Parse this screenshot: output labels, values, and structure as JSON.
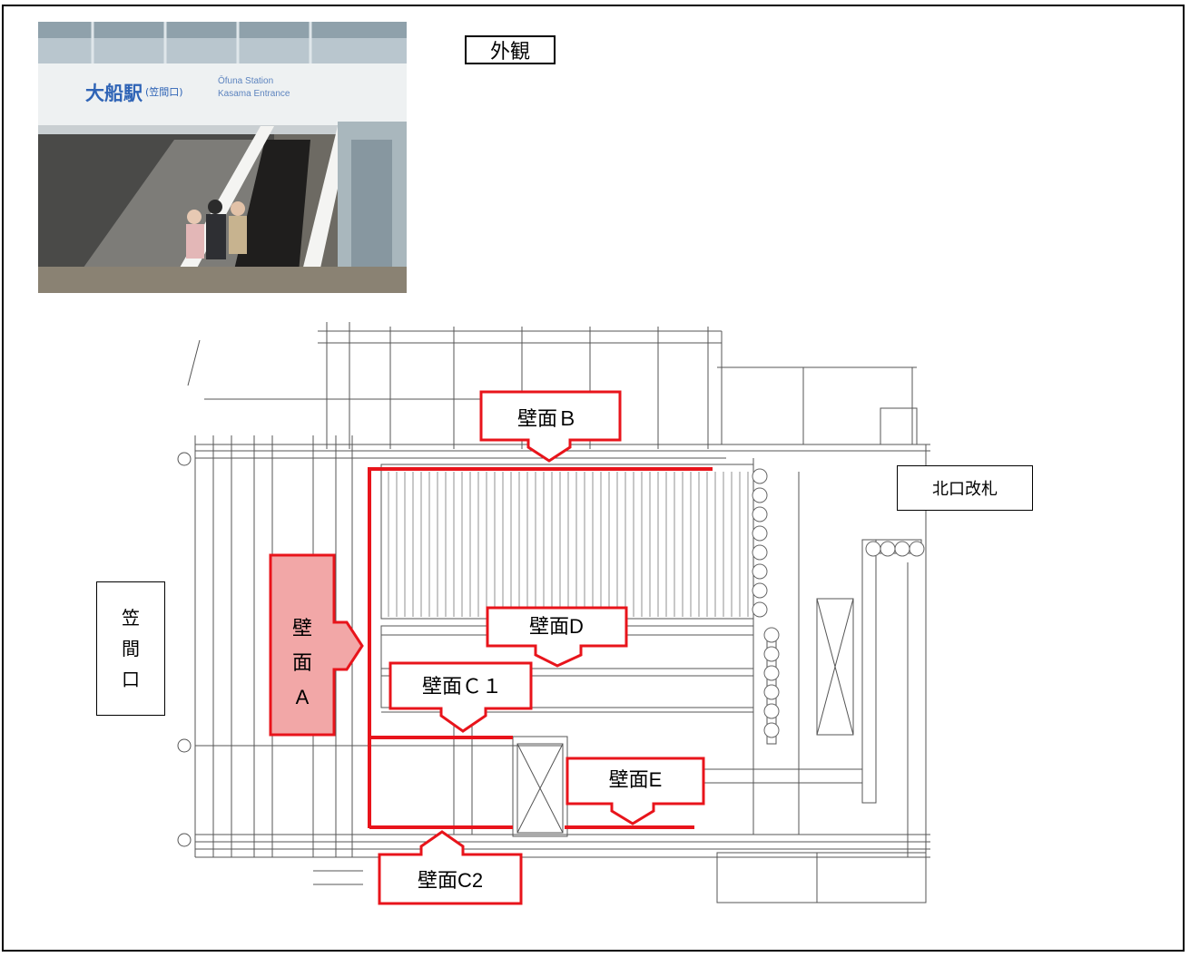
{
  "photo": {
    "sign_name": "大船駅",
    "sign_name_sub": "(笠間口)",
    "sign_english_line1": "Ōfuna Station",
    "sign_english_line2": "Kasama Entrance"
  },
  "labels": {
    "exterior": "外観",
    "north_gate": "北口改札",
    "kasama_entrance": [
      "笠",
      "間",
      "口"
    ],
    "wall_a": [
      "壁",
      "面",
      "A"
    ],
    "wall_b": "壁面Ｂ",
    "wall_c1": "壁面Ｃ１",
    "wall_c2": "壁面C2",
    "wall_d": "壁面D",
    "wall_e": "壁面E"
  },
  "colors": {
    "highlight_red": "#e8141b",
    "wall_a_fill": "#f2a7a7",
    "drawing_line": "#555555"
  }
}
